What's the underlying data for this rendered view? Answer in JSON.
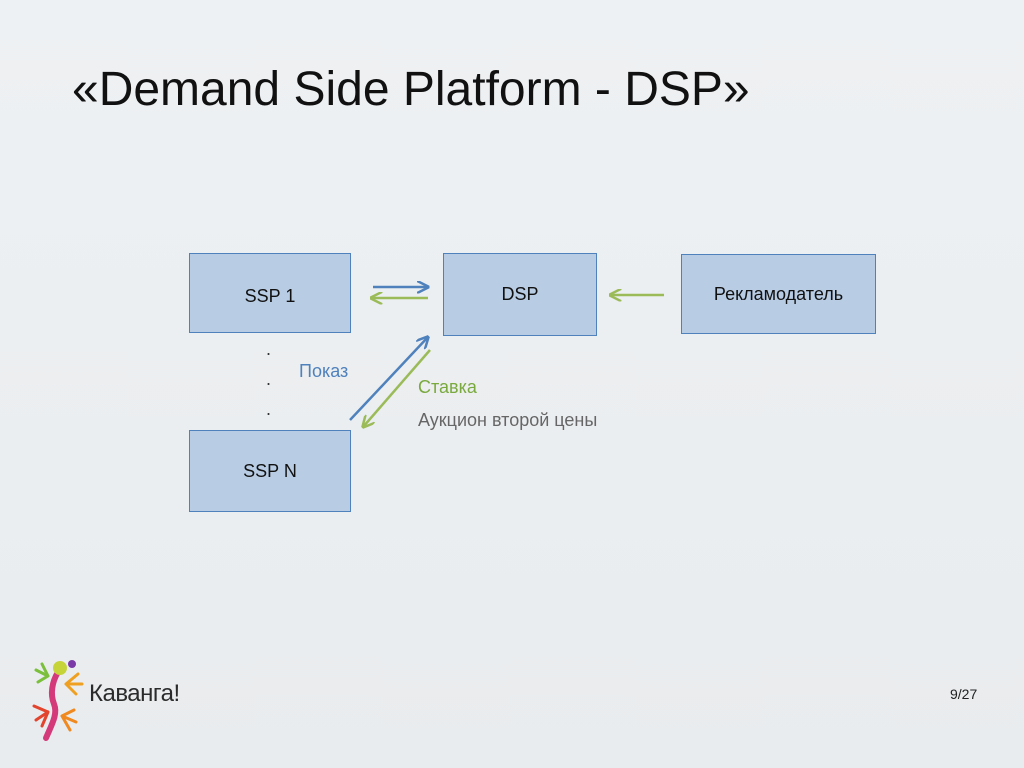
{
  "slide": {
    "title": "«Demand Side Platform - DSP»",
    "page_number": "9/27"
  },
  "diagram": {
    "nodes": {
      "ssp1": "SSP 1",
      "dsp": "DSP",
      "advertiser": "Рекламодатель",
      "sspn": "SSP N"
    },
    "ellipsis": [
      ".",
      ".",
      "."
    ],
    "labels": {
      "show": "Показ",
      "bid": "Ставка",
      "auction": "Аукцион второй цены"
    },
    "colors": {
      "box_fill": "#b8cce4",
      "box_border": "#4f81bd",
      "show_arrow": "#4f81bd",
      "bid_arrow": "#9bbb59"
    }
  },
  "logo": {
    "text": "Каванга!",
    "icon": "gecko-logo-icon"
  }
}
